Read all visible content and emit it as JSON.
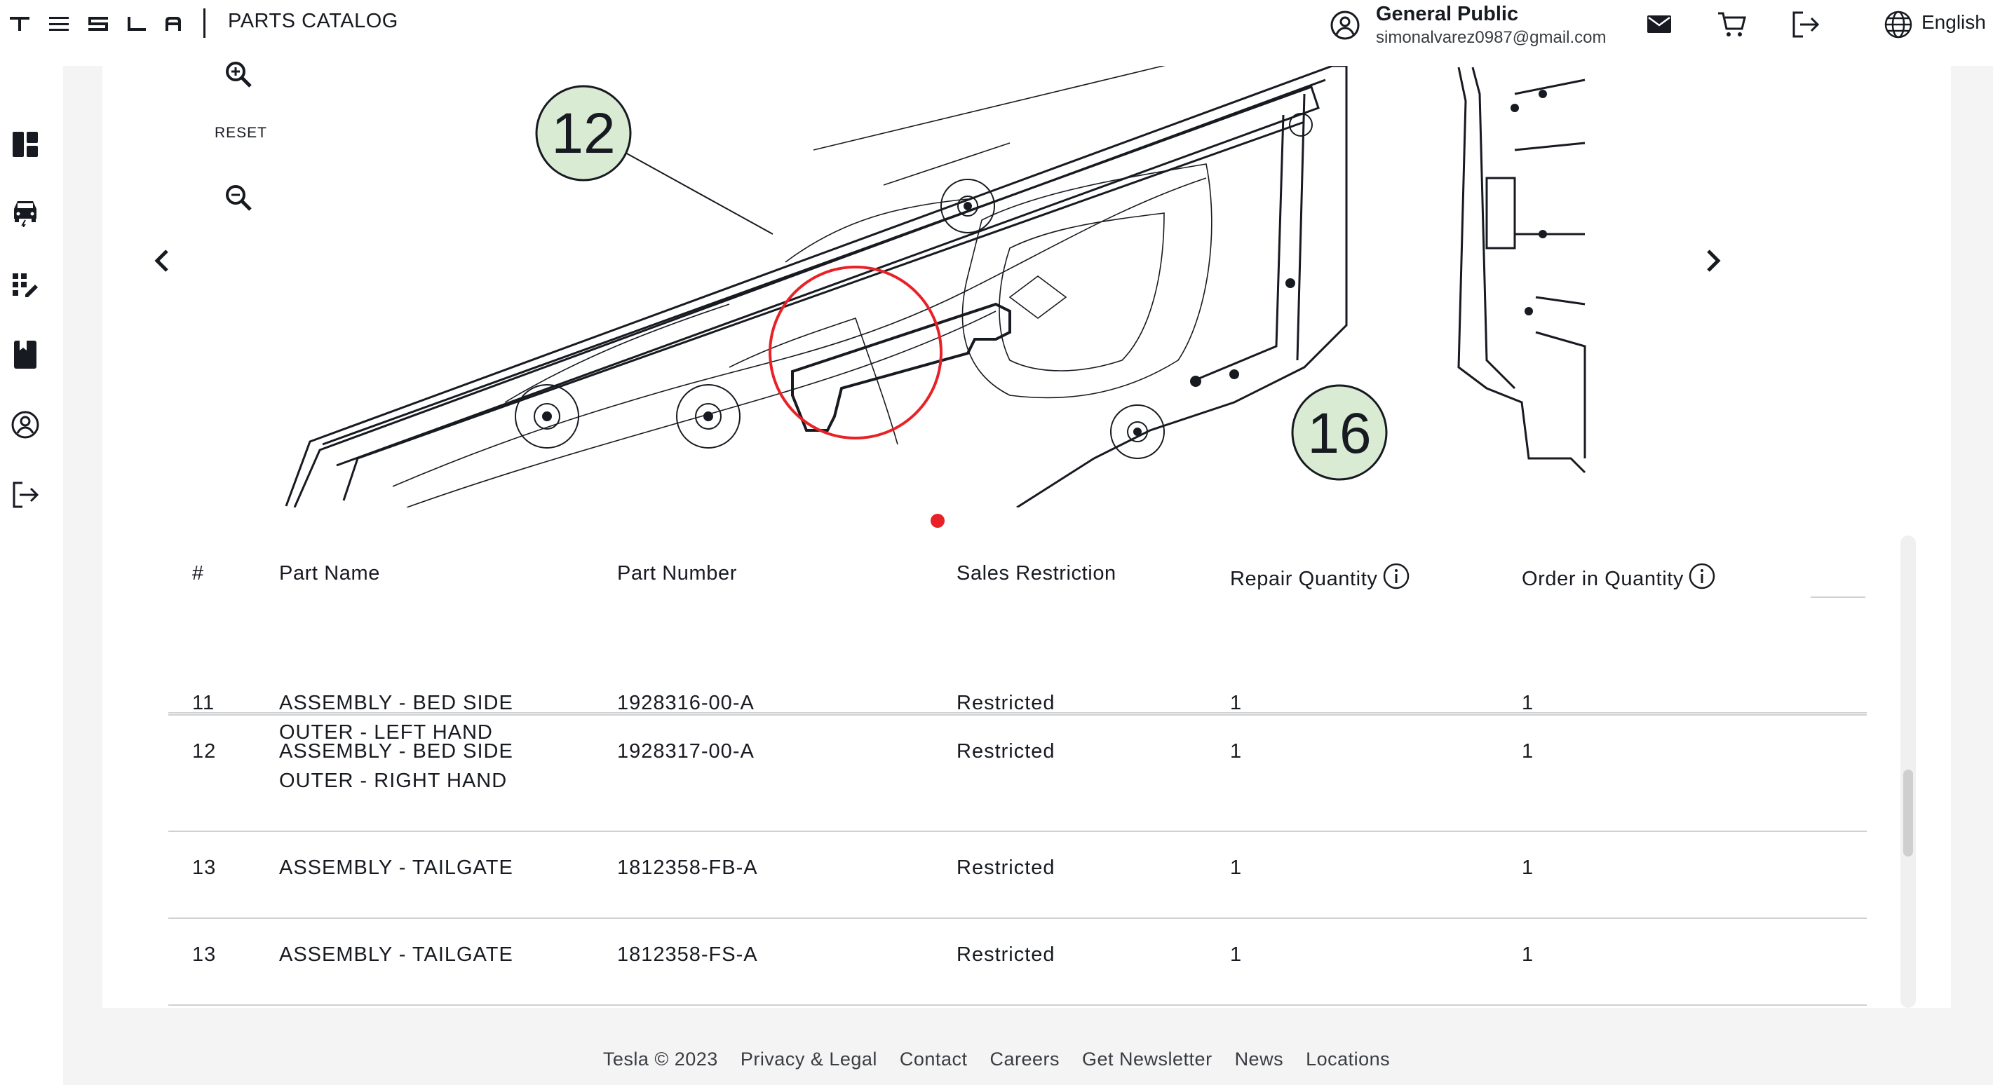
{
  "header": {
    "brand": "TESLA",
    "title": "PARTS CATALOG",
    "user": {
      "name": "General Public",
      "email": "simonalvarez0987@gmail.com"
    },
    "language": "English"
  },
  "viewer": {
    "reset_label": "RESET",
    "callouts": [
      "12",
      "16"
    ]
  },
  "table": {
    "columns": [
      "#",
      "Part Name",
      "Part Number",
      "Sales Restriction",
      "Repair Quantity",
      "Order in Quantity"
    ],
    "rows": [
      {
        "num": "11",
        "name_line1": "ASSEMBLY - BED SIDE",
        "name_line2": "OUTER - LEFT HAND",
        "part_number": "1928316-00-A",
        "restriction": "Restricted",
        "repair_qty": "1",
        "order_qty": "1"
      },
      {
        "num": "12",
        "name_line1": "ASSEMBLY - BED SIDE",
        "name_line2": "OUTER - RIGHT HAND",
        "part_number": "1928317-00-A",
        "restriction": "Restricted",
        "repair_qty": "1",
        "order_qty": "1"
      },
      {
        "num": "13",
        "name_line1": "ASSEMBLY - TAILGATE",
        "name_line2": "",
        "part_number": "1812358-FB-A",
        "restriction": "Restricted",
        "repair_qty": "1",
        "order_qty": "1"
      },
      {
        "num": "13",
        "name_line1": "ASSEMBLY - TAILGATE",
        "name_line2": "",
        "part_number": "1812358-FS-A",
        "restriction": "Restricted",
        "repair_qty": "1",
        "order_qty": "1"
      }
    ]
  },
  "footer": {
    "links": [
      "Tesla © 2023",
      "Privacy & Legal",
      "Contact",
      "Careers",
      "Get Newsletter",
      "News",
      "Locations"
    ]
  },
  "colors": {
    "accent": "#e82127",
    "callout_fill": "#d9ebd3",
    "text": "#171a20"
  }
}
